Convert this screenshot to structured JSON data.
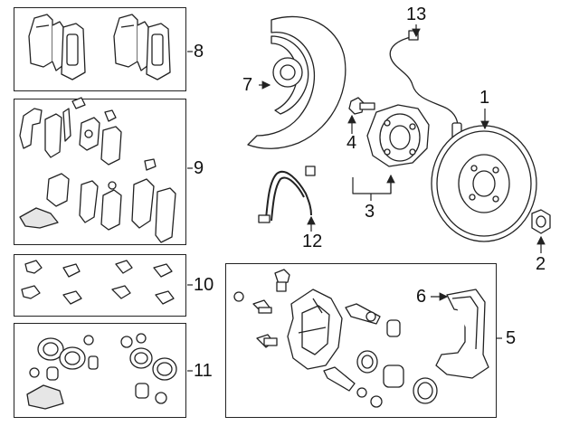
{
  "callouts": {
    "c1": "1",
    "c2": "2",
    "c3": "3",
    "c4": "4",
    "c5": "5",
    "c6": "6",
    "c7": "7",
    "c8": "8",
    "c9": "9",
    "c10": "10",
    "c11": "11",
    "c12": "12",
    "c13": "13"
  },
  "colors": {
    "line": "#222222",
    "part_fill": "#ffffff",
    "shade": "#d9d9d9"
  }
}
